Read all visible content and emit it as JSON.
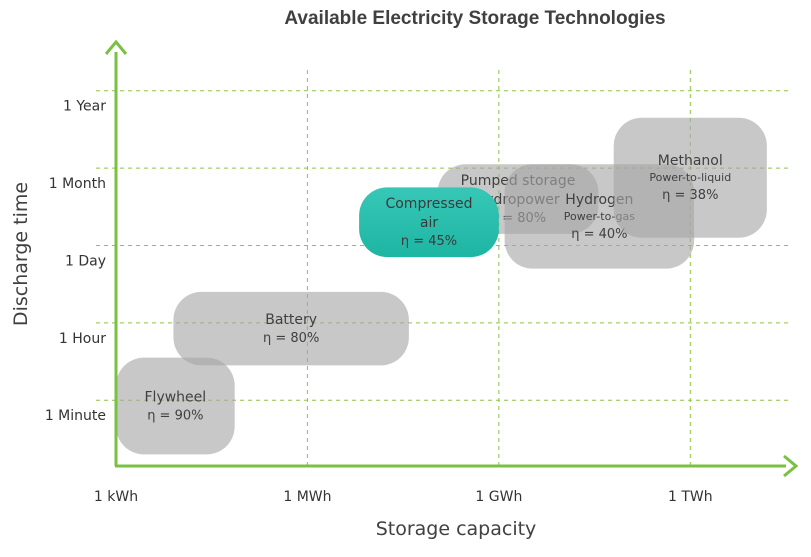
{
  "chart_data": {
    "type": "area",
    "title": "Available Electricity Storage Technologies",
    "xlabel": "Storage capacity",
    "ylabel": "Discharge time",
    "x_ticks": [
      "1 kWh",
      "1 MWh",
      "1 GWh",
      "1 TWh"
    ],
    "y_ticks": [
      "1 Minute",
      "1 Hour",
      "1 Day",
      "1 Month",
      "1 Year"
    ],
    "xlim": [
      0,
      3.5
    ],
    "ylim": [
      -0.85,
      4.5
    ],
    "grid": true,
    "highlight_color": "#1db5a3",
    "technologies": [
      {
        "name": "Flywheel",
        "subtitle": "",
        "efficiency": "η = 90%",
        "x": [
          0,
          0.62
        ],
        "y": [
          -0.7,
          0.55
        ],
        "highlight": false
      },
      {
        "name": "Battery",
        "subtitle": "",
        "efficiency": "η = 80%",
        "x": [
          0.3,
          1.53
        ],
        "y": [
          0.45,
          1.4
        ],
        "highlight": false
      },
      {
        "name": "Pumped storage\nhydropower",
        "subtitle": "",
        "efficiency": "η = 80%",
        "x": [
          1.68,
          2.52
        ],
        "y": [
          2.15,
          3.05
        ],
        "highlight": false
      },
      {
        "name": "Hydrogen",
        "subtitle": "Power-to-gas",
        "efficiency": "η = 40%",
        "x": [
          2.03,
          3.02
        ],
        "y": [
          1.7,
          3.05
        ],
        "highlight": false
      },
      {
        "name": "Methanol",
        "subtitle": "Power-to-liquid",
        "efficiency": "η = 38%",
        "x": [
          2.6,
          3.4
        ],
        "y": [
          2.1,
          3.65
        ],
        "highlight": false
      },
      {
        "name": "Compressed\nair",
        "subtitle": "",
        "efficiency": "η = 45%",
        "x": [
          1.27,
          2.0
        ],
        "y": [
          1.85,
          2.75
        ],
        "highlight": true
      }
    ]
  }
}
